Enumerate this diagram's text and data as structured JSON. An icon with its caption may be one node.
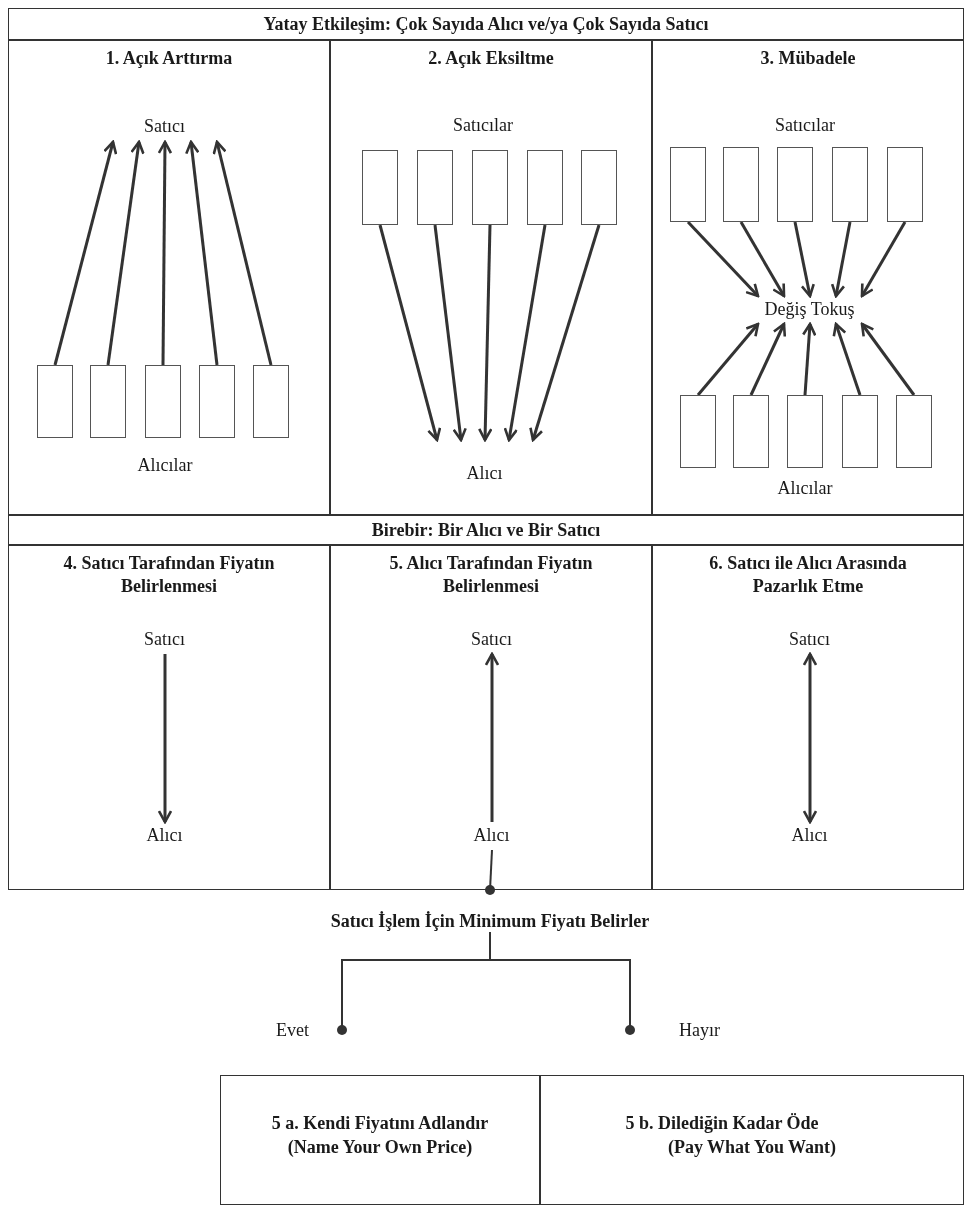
{
  "diagram": {
    "nodes": [
      {
        "text": [
          "Yatay Etkileşim: Çok Sayıda Alıcı ve/ya Çok Sayıda Satıcı"
        ]
      },
      {
        "text": [
          "1. Açık Arttırma"
        ]
      },
      {
        "text": [
          "Satıcı"
        ],
        "in": 1
      },
      {
        "text": [],
        "shape": "box",
        "in": 1
      },
      {
        "text": [],
        "shape": "box",
        "in": 1
      },
      {
        "text": [],
        "shape": "box",
        "in": 1
      },
      {
        "text": [],
        "shape": "box",
        "in": 1
      },
      {
        "text": [],
        "shape": "box",
        "in": 1
      },
      {
        "text": [
          "2. Açık Eksiltme"
        ]
      },
      {
        "text": [],
        "shape": "box",
        "in": 8
      },
      {
        "text": [],
        "shape": "box",
        "in": 8
      },
      {
        "text": [],
        "shape": "box",
        "in": 8
      },
      {
        "text": [],
        "shape": "box",
        "in": 8
      },
      {
        "text": [],
        "shape": "box",
        "in": 8
      },
      {
        "text": [
          "Alıcı"
        ],
        "in": 8
      },
      {
        "text": [
          "3. Mübadele"
        ]
      },
      {
        "text": [],
        "shape": "box",
        "in": 15
      },
      {
        "text": [],
        "shape": "box",
        "in": 15
      },
      {
        "text": [],
        "shape": "box",
        "in": 15
      },
      {
        "text": [],
        "shape": "box",
        "in": 15
      },
      {
        "text": [],
        "shape": "box",
        "in": 15
      },
      {
        "text": [
          "Değiş Tokuş"
        ],
        "in": 15
      },
      {
        "text": [],
        "shape": "box",
        "in": 15
      },
      {
        "text": [],
        "shape": "box",
        "in": 15
      },
      {
        "text": [],
        "shape": "box",
        "in": 15
      },
      {
        "text": [],
        "shape": "box",
        "in": 15
      },
      {
        "text": [],
        "shape": "box",
        "in": 15
      },
      {
        "text": [
          "Birebir: Bir Alıcı ve Bir Satıcı"
        ]
      },
      {
        "text": [
          "4. Satıcı Tarafından Fiyatın Belirlenmesi"
        ]
      },
      {
        "text": [
          "Satıcı"
        ],
        "in": 28
      },
      {
        "text": [
          "Alıcı"
        ],
        "in": 28
      },
      {
        "text": [
          "5. Alıcı Tarafından Fiyatın Belirlenmesi"
        ]
      },
      {
        "text": [
          "Satıcı"
        ],
        "in": 31
      },
      {
        "text": [
          "Alıcı"
        ],
        "in": 31
      },
      {
        "text": [
          "6. Satıcı ile Alıcı Arasında Pazarlık Etme"
        ]
      },
      {
        "text": [
          "Satıcı"
        ],
        "in": 34
      },
      {
        "text": [
          "Alıcı"
        ],
        "in": 34
      },
      {
        "text": [
          "Satıcı İşlem İçin Minimum Fiyatı Belirler"
        ]
      },
      {
        "text": [
          "Evet"
        ]
      },
      {
        "text": [
          "Hayır"
        ]
      },
      {
        "text": [
          "5 a. Kendi Fiyatını Adlandır",
          "(Name Your Own Price)"
        ]
      },
      {
        "text": [
          "5 b. Dilediğin Kadar Öde",
          "(Pay What You Want)"
        ]
      }
    ],
    "edges": [
      {
        "from": 3,
        "to": 2,
        "arrow": "to"
      },
      {
        "from": 4,
        "to": 2,
        "arrow": "to"
      },
      {
        "from": 5,
        "to": 2,
        "arrow": "to"
      },
      {
        "from": 6,
        "to": 2,
        "arrow": "to"
      },
      {
        "from": 7,
        "to": 2,
        "arrow": "to"
      },
      {
        "from": 9,
        "to": 14,
        "arrow": "to"
      },
      {
        "from": 10,
        "to": 14,
        "arrow": "to"
      },
      {
        "from": 11,
        "to": 14,
        "arrow": "to"
      },
      {
        "from": 12,
        "to": 14,
        "arrow": "to"
      },
      {
        "from": 13,
        "to": 14,
        "arrow": "to"
      },
      {
        "from": 16,
        "to": 21,
        "arrow": "to"
      },
      {
        "from": 17,
        "to": 21,
        "arrow": "to"
      },
      {
        "from": 18,
        "to": 21,
        "arrow": "to"
      },
      {
        "from": 19,
        "to": 21,
        "arrow": "to"
      },
      {
        "from": 20,
        "to": 21,
        "arrow": "to"
      },
      {
        "from": 22,
        "to": 21,
        "arrow": "to"
      },
      {
        "from": 23,
        "to": 21,
        "arrow": "to"
      },
      {
        "from": 24,
        "to": 21,
        "arrow": "to"
      },
      {
        "from": 25,
        "to": 21,
        "arrow": "to"
      },
      {
        "from": 26,
        "to": 21,
        "arrow": "to"
      },
      {
        "from": 29,
        "to": 30,
        "arrow": "to"
      },
      {
        "from": 33,
        "to": 32,
        "arrow": "to"
      },
      {
        "from": 35,
        "to": 36,
        "arrow": "both"
      },
      {
        "from": 33,
        "to": 37,
        "arrow": "other"
      },
      {
        "from": 37,
        "to": 38,
        "arrow": "other"
      },
      {
        "from": 37,
        "to": 39,
        "arrow": "other"
      }
    ],
    "labels": [
      "Alıcılar",
      "Satıcılar",
      "Satıcılar",
      "Alıcılar"
    ]
  }
}
